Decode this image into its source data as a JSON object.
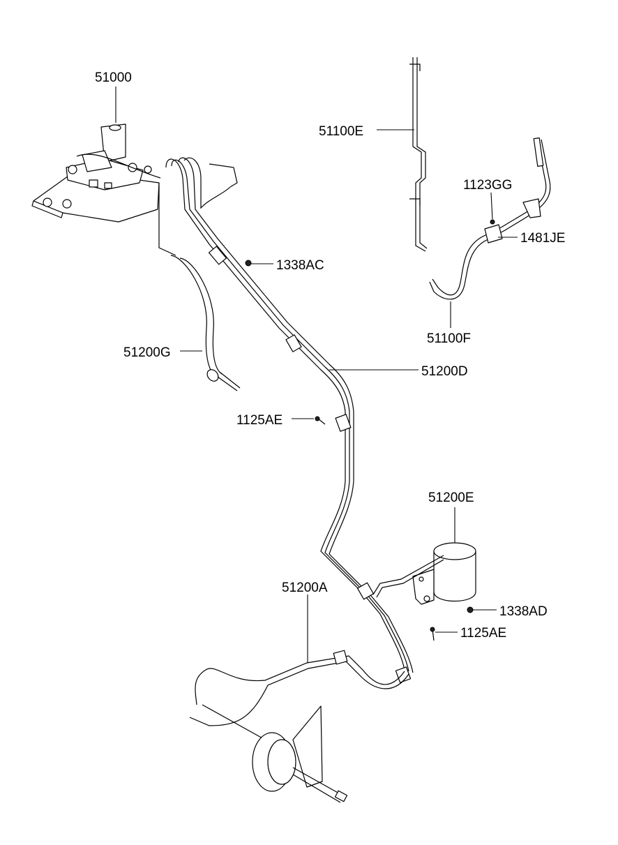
{
  "diagram": {
    "labels": {
      "p51000": "51000",
      "p51100E": "51100E",
      "p1123GG": "1123GG",
      "p1481JE": "1481JE",
      "p1338AC": "1338AC",
      "p51100F": "51100F",
      "p51200G": "51200G",
      "p51200D": "51200D",
      "p1125AE_a": "1125AE",
      "p51200E": "51200E",
      "p51200A": "51200A",
      "p1338AD": "1338AD",
      "p1125AE_b": "1125AE"
    }
  }
}
